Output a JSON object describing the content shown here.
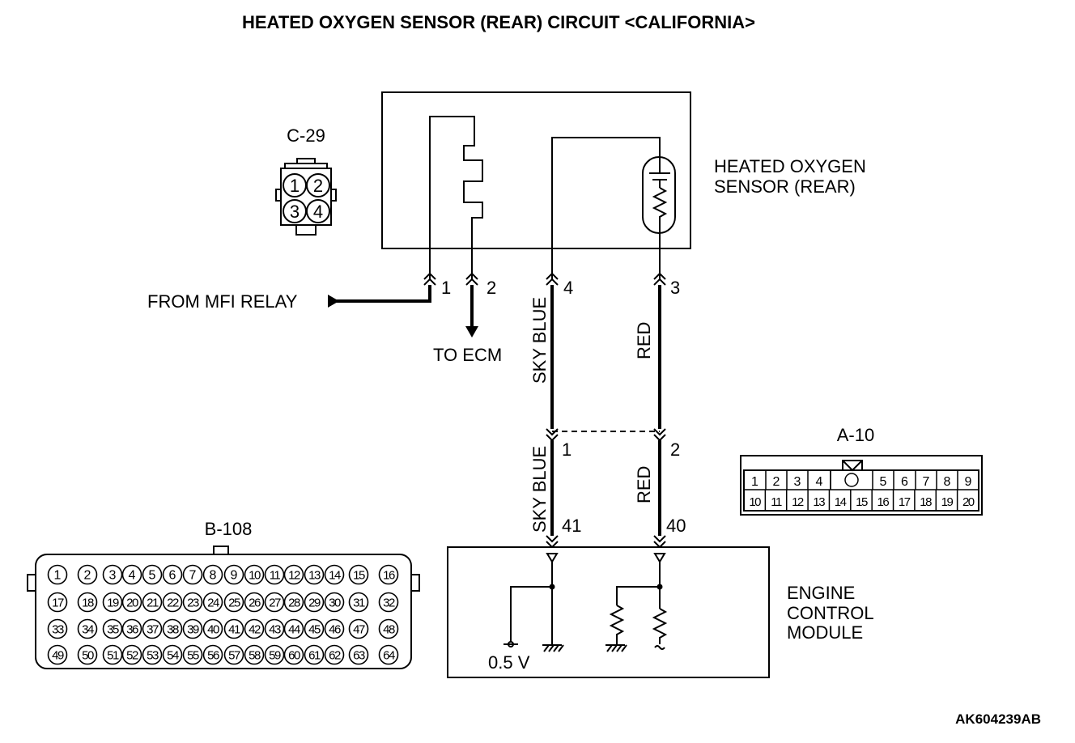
{
  "title": "HEATED OXYGEN SENSOR (REAR) CIRCUIT <CALIFORNIA>",
  "reference_code": "AK604239AB",
  "components": {
    "sensor": {
      "line1": "HEATED OXYGEN",
      "line2": "SENSOR (REAR)"
    },
    "ecm": {
      "line1": "ENGINE",
      "line2": "CONTROL",
      "line3": "MODULE",
      "voltage": "0.5 V"
    }
  },
  "connectors": {
    "c29": {
      "id": "C-29",
      "pins": [
        "1",
        "2",
        "3",
        "4"
      ]
    },
    "a10": {
      "id": "A-10",
      "top_row": [
        "1",
        "2",
        "3",
        "4",
        "5",
        "6",
        "7",
        "8",
        "9"
      ],
      "bottom_row": [
        "10",
        "11",
        "12",
        "13",
        "14",
        "15",
        "16",
        "17",
        "18",
        "19",
        "20"
      ]
    },
    "b108": {
      "id": "B-108",
      "rows": [
        [
          "1",
          "2",
          "3",
          "4",
          "5",
          "6",
          "7",
          "8",
          "9",
          "10",
          "11",
          "12",
          "13",
          "14",
          "15",
          "16"
        ],
        [
          "17",
          "18",
          "19",
          "20",
          "21",
          "22",
          "23",
          "24",
          "25",
          "26",
          "27",
          "28",
          "29",
          "30",
          "31",
          "32"
        ],
        [
          "33",
          "34",
          "35",
          "36",
          "37",
          "38",
          "39",
          "40",
          "41",
          "42",
          "43",
          "44",
          "45",
          "46",
          "47",
          "48"
        ],
        [
          "49",
          "50",
          "51",
          "52",
          "53",
          "54",
          "55",
          "56",
          "57",
          "58",
          "59",
          "60",
          "61",
          "62",
          "63",
          "64"
        ]
      ]
    }
  },
  "circuit": {
    "from_mfi_relay": "FROM MFI RELAY",
    "to_ecm": "TO ECM",
    "sensor_pins": {
      "p1": "1",
      "p2": "2",
      "p3": "3",
      "p4": "4"
    },
    "junction_pins": {
      "p1": "1",
      "p2": "2"
    },
    "ecm_pins": {
      "p41": "41",
      "p40": "40"
    },
    "wire_colors": {
      "sky_blue_upper": "SKY BLUE",
      "red_upper": "RED",
      "sky_blue_lower": "SKY BLUE",
      "red_lower": "RED"
    }
  }
}
